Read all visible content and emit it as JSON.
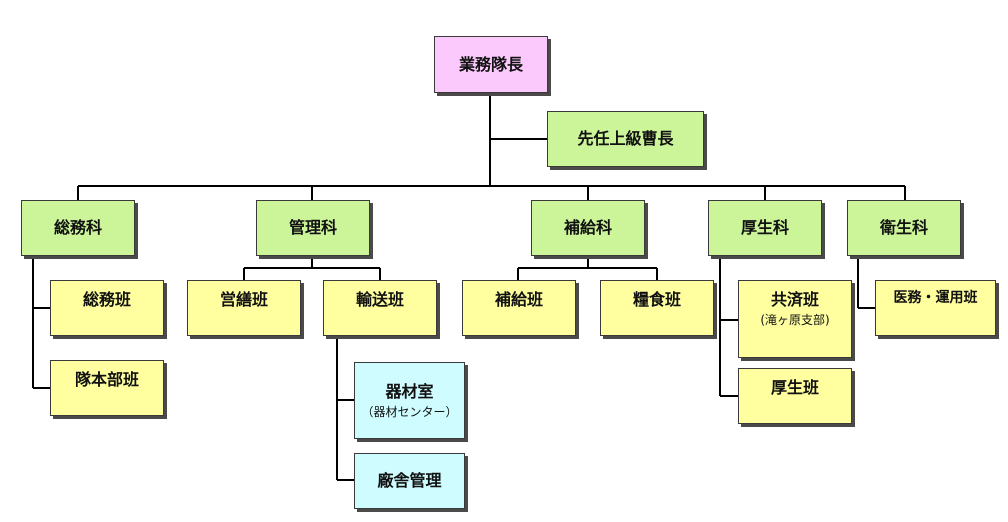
{
  "chart": {
    "head": {
      "label": "業務隊長"
    },
    "senior_sergeant": {
      "label": "先任上級曹長"
    },
    "sections": {
      "somu": {
        "label": "総務科",
        "units": {
          "somu_han": "総務班",
          "taihonbu_han": "隊本部班"
        }
      },
      "kanri": {
        "label": "管理科",
        "units": {
          "eizen_han": "営繕班",
          "yuso_han": "輸送班",
          "kizai_shitsu": {
            "label": "器材室",
            "note": "（器材センター）"
          },
          "shosha_kanri": "廠舎管理"
        }
      },
      "hokyu": {
        "label": "補給科",
        "units": {
          "hokyu_han": "補給班",
          "ryoshoku_han": "糧食班"
        }
      },
      "kosei": {
        "label": "厚生科",
        "units": {
          "kyosai_han": {
            "label": "共済班",
            "note": "(滝ヶ原支部)"
          },
          "kosei_han": "厚生班"
        }
      },
      "eisei": {
        "label": "衛生科",
        "units": {
          "iryo_unyo_han": "医務・運用班"
        }
      }
    }
  },
  "colors": {
    "head": "#fbc9fb",
    "section": "#ccf59a",
    "unit": "#ffff9f",
    "sub_unit": "#cffcff",
    "line": "#000000"
  }
}
